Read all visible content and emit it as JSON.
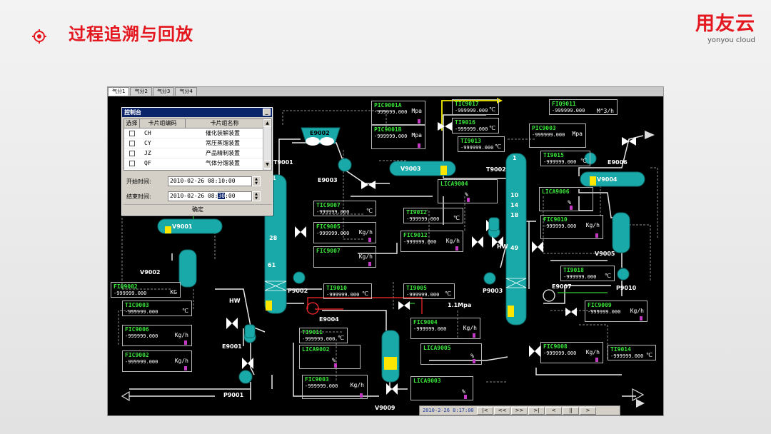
{
  "slide": {
    "title": "过程追溯与回放",
    "brand_cn": "用友云",
    "brand_en": "yonyou cloud",
    "accent": "#e4161e"
  },
  "tabs": [
    "气分1",
    "气分2",
    "气分3",
    "气分4"
  ],
  "dialog": {
    "title": "控制台",
    "minimize": "_",
    "columns": [
      "选择",
      "卡片组编码",
      "卡片组名称"
    ],
    "rows": [
      {
        "code": "CH",
        "name": "催化装解装置"
      },
      {
        "code": "CY",
        "name": "常压蒸馏装置"
      },
      {
        "code": "JZ",
        "name": "产品精制装置"
      },
      {
        "code": "QF",
        "name": "气体分馏装置"
      }
    ],
    "start_label": "开始时间:",
    "start_value": "2010-02-26 08:10:00",
    "end_label": "结束时间:",
    "end_value_prefix": "2010-02-26 08:",
    "end_value_sel": "30",
    "end_value_suffix": ":00",
    "ok": "确定"
  },
  "instruments": [
    {
      "tag": "PIC9001A",
      "value": "-999999.000",
      "unit": "Mpa"
    },
    {
      "tag": "PIC9001B",
      "value": "-999999.000",
      "unit": "Mpa"
    },
    {
      "tag": "TIC9017",
      "value": "-999999.000",
      "unit": "℃"
    },
    {
      "tag": "TI9016",
      "value": "-999999.000",
      "unit": "℃"
    },
    {
      "tag": "TI9013",
      "value": "-999999.000",
      "unit": "℃"
    },
    {
      "tag": "FIQ9011",
      "value": "-999999.000",
      "unit": "M^3/h"
    },
    {
      "tag": "PIC9003",
      "value": "-999999.000",
      "unit": "Mpa"
    },
    {
      "tag": "TI9015",
      "value": "-999999.000",
      "unit": "℃"
    },
    {
      "tag": "LICA9004",
      "value": "",
      "unit": "%"
    },
    {
      "tag": "LICA9006",
      "value": "",
      "unit": "%"
    },
    {
      "tag": "TIC9007",
      "value": "-999999.000",
      "unit": "℃"
    },
    {
      "tag": "FIC9005",
      "value": "-999999.000",
      "unit": "Kg/h"
    },
    {
      "tag": "FIC9007",
      "value": "",
      "unit": "Kg/h"
    },
    {
      "tag": "TI9012",
      "value": "-999999.000",
      "unit": "℃"
    },
    {
      "tag": "FIC9012",
      "value": "-999999.000",
      "unit": "Kg/h"
    },
    {
      "tag": "FIC9010",
      "value": "-999999.000",
      "unit": "Kg/h"
    },
    {
      "tag": "TI9018",
      "value": "-999999.000",
      "unit": "℃"
    },
    {
      "tag": "FIQ9002",
      "value": "-999999.000",
      "unit": "KG"
    },
    {
      "tag": "TIC9003",
      "value": "-999999.000",
      "unit": "℃"
    },
    {
      "tag": "FIC9006",
      "value": "-999999.000",
      "unit": "Kg/h"
    },
    {
      "tag": "FIC9002",
      "value": "-999999.000",
      "unit": "Kg/h"
    },
    {
      "tag": "TI9010",
      "value": "-999999.000",
      "unit": "℃"
    },
    {
      "tag": "TI9005",
      "value": "-999999.000",
      "unit": "℃"
    },
    {
      "tag": "FIC9009",
      "value": "-999999.000",
      "unit": "Kg/h"
    },
    {
      "tag": "FIC9004",
      "value": "-999999.000",
      "unit": "Kg/h"
    },
    {
      "tag": "TI9011",
      "value": "-999999.000",
      "unit": "℃"
    },
    {
      "tag": "LICA9002",
      "value": "",
      "unit": "%"
    },
    {
      "tag": "LICA9005",
      "value": "",
      "unit": "%"
    },
    {
      "tag": "FIC9008",
      "value": "-999999.000",
      "unit": "Kg/h"
    },
    {
      "tag": "TI9014",
      "value": "-999999.000",
      "unit": "℃"
    },
    {
      "tag": "FIC9003",
      "value": "-999999.000",
      "unit": "Kg/h"
    },
    {
      "tag": "LICA9003",
      "value": "",
      "unit": "%"
    }
  ],
  "equipment": [
    "E9002",
    "T9001",
    "E9003",
    "V9003",
    "T9002",
    "E9006",
    "V9004",
    "V9001",
    "V9002",
    "P9002",
    "P9003",
    "E9007",
    "P9010",
    "V9005",
    "E9004",
    "E9001",
    "P9001",
    "V9009",
    "HW",
    "HW",
    "1.1Mpa"
  ],
  "tray_numbers": [
    "1",
    "28",
    "61",
    "1",
    "10",
    "14",
    "18",
    "49"
  ],
  "playbar": {
    "time": "2010-2-26 8:17:00",
    "buttons": [
      "|<",
      "<<",
      ">>",
      ">|",
      "<",
      "||",
      ">"
    ]
  },
  "colors": {
    "vessel": "#1aa9a9",
    "level": "#ffe600",
    "tag": "#39e639",
    "pipe": "#e8e8e8"
  }
}
